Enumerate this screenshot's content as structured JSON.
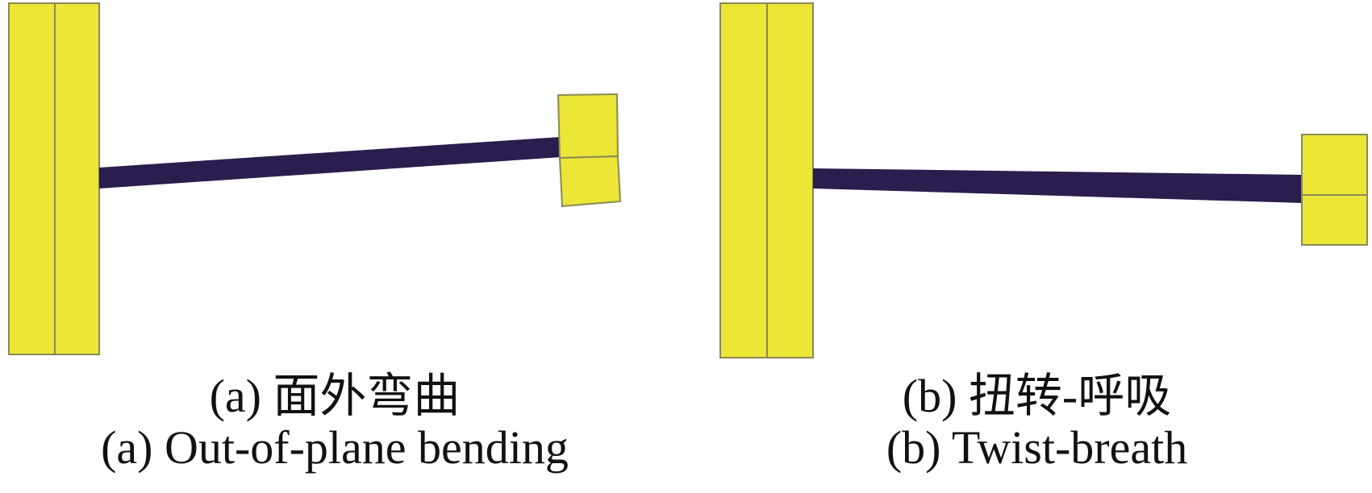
{
  "colors": {
    "block_fill": "#ECE637",
    "block_stroke": "#8A8A55",
    "beam_fill": "#2B1D4E",
    "background": "#ffffff",
    "text": "#111111"
  },
  "panels": [
    {
      "id": "a",
      "caption_cn": "(a) 面外弯曲",
      "caption_en": "(a) Out-of-plane bending"
    },
    {
      "id": "b",
      "caption_cn": "(b) 扭转-呼吸",
      "caption_en": "(b) Twist-breath"
    }
  ]
}
